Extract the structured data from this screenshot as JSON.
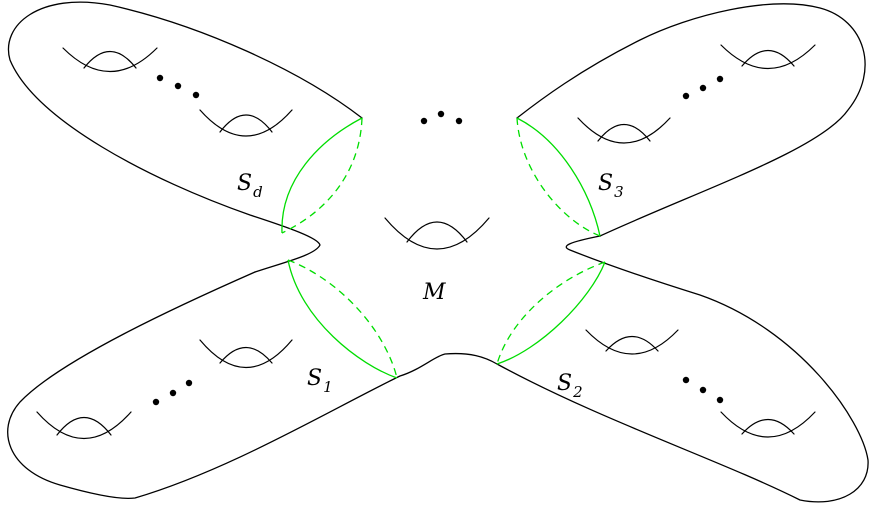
{
  "colors": {
    "outline": "#000000",
    "gluing_curves": "#00dd00"
  },
  "labels": {
    "center": "M",
    "s1": {
      "base": "S",
      "sub": "1"
    },
    "s2": {
      "base": "S",
      "sub": "2"
    },
    "s3": {
      "base": "S",
      "sub": "3"
    },
    "sd": {
      "base": "S",
      "sub": "d"
    }
  },
  "icons": {
    "handle": "torus-handle-icon",
    "ellipsis": "ellipsis-dots-icon"
  }
}
